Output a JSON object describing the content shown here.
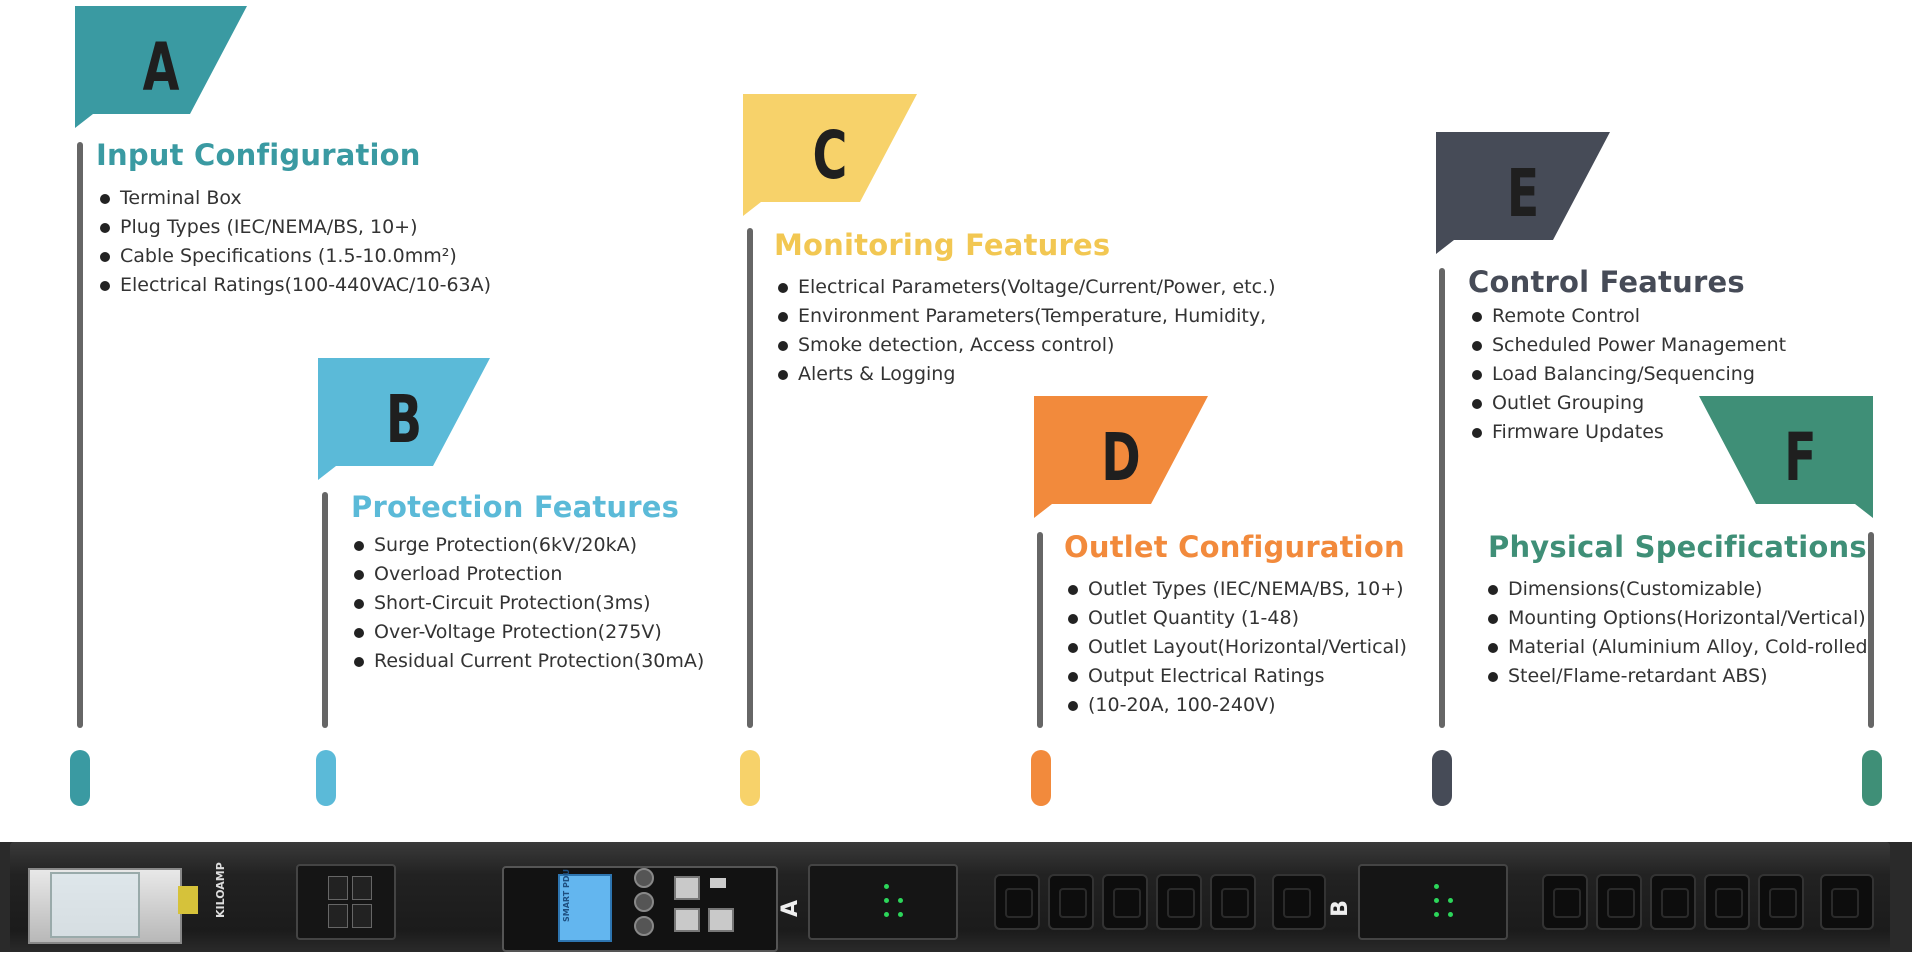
{
  "colors": {
    "A": "#3a9aa2",
    "B": "#5bbad8",
    "C": "#f7d26a",
    "D": "#f28a3c",
    "E": "#464b57",
    "F": "#3f8f77"
  },
  "sections": {
    "A": {
      "letter": "A",
      "title": "Input Configuration",
      "items": [
        "Terminal Box",
        "Plug Types (IEC/NEMA/BS, 10+)",
        "Cable Specifications (1.5-10.0mm²)",
        "Electrical Ratings(100-440VAC/10-63A)"
      ]
    },
    "B": {
      "letter": "B",
      "title": "Protection Features",
      "items": [
        "Surge Protection(6kV/20kA)",
        "Overload Protection",
        "Short-Circuit Protection(3ms)",
        "Over-Voltage Protection(275V)",
        "Residual Current Protection(30mA)"
      ]
    },
    "C": {
      "letter": "C",
      "title": "Monitoring Features",
      "items": [
        "Electrical Parameters(Voltage/Current/Power, etc.)",
        "Environment Parameters(Temperature, Humidity,",
        "Smoke detection, Access control)",
        "Alerts & Logging"
      ]
    },
    "D": {
      "letter": "D",
      "title": "Outlet Configuration",
      "items": [
        "Outlet Types (IEC/NEMA/BS, 10+)",
        "Outlet Quantity (1-48)",
        "Outlet Layout(Horizontal/Vertical)",
        "Output Electrical Ratings",
        "(10-20A, 100-240V)"
      ]
    },
    "E": {
      "letter": "E",
      "title": "Control Features",
      "items": [
        "Remote Control",
        "Scheduled Power Management",
        "Load Balancing/Sequencing",
        "Outlet Grouping",
        "Firmware Updates"
      ]
    },
    "F": {
      "letter": "F",
      "title": "Physical Specifications",
      "items": [
        "Dimensions(Customizable)",
        "Mounting Options(Horizontal/Vertical)",
        "Material (Aluminium Alloy, Cold-rolled",
        "Steel/Flame-retardant ABS)"
      ]
    }
  },
  "pdu": {
    "brand": "KILOAMP",
    "controller_label": "SMART PDU",
    "section_a": "A",
    "section_b": "B"
  }
}
